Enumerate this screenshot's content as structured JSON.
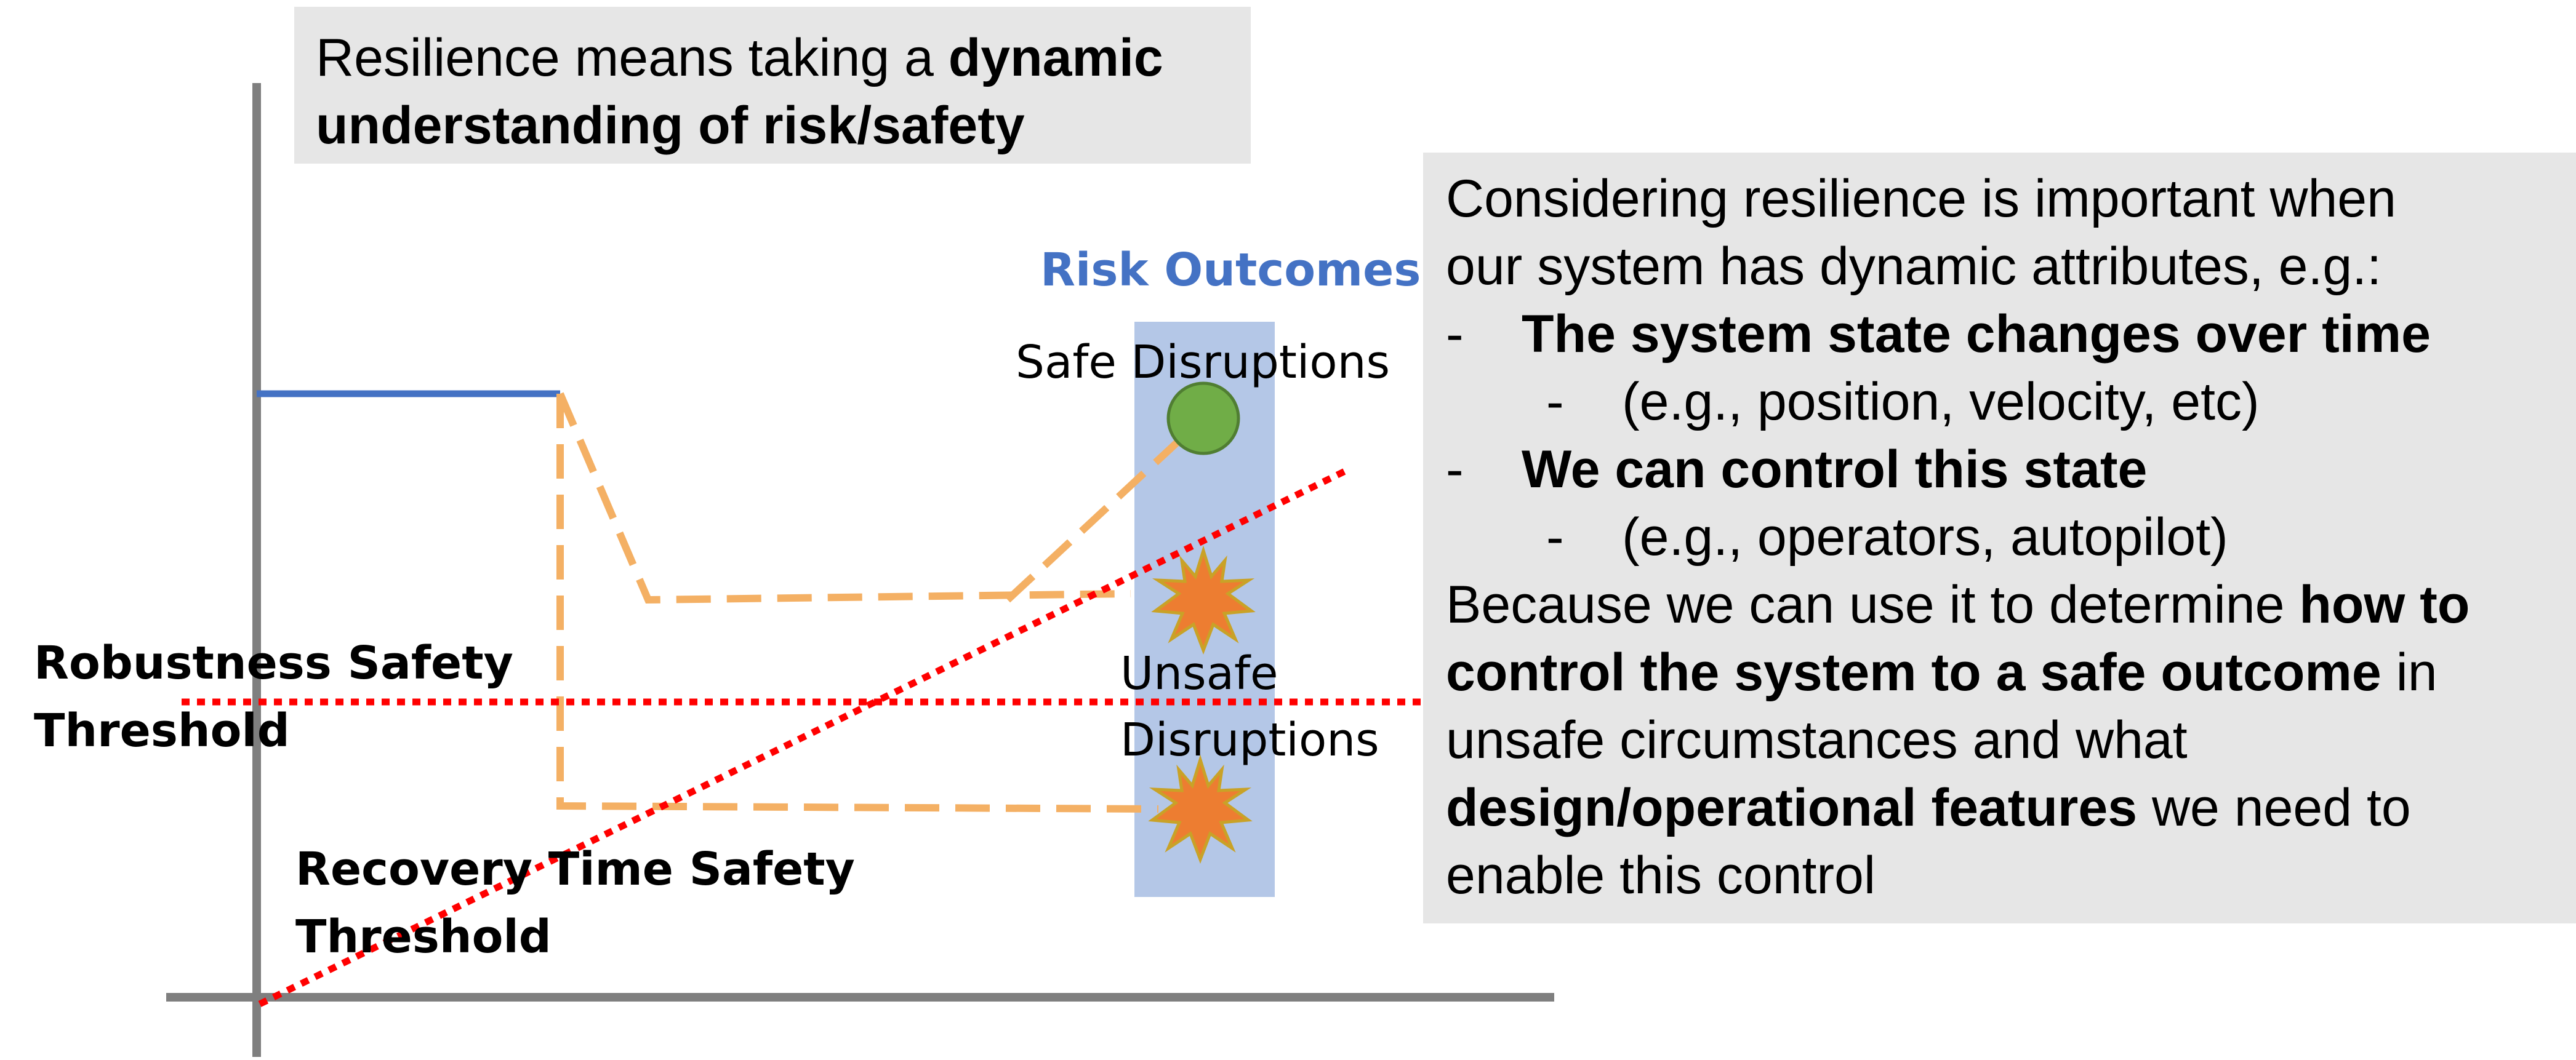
{
  "title_box": {
    "line1_normal": "Resilience means taking  a ",
    "line1_bold": "dynamic",
    "line2_bold": "understanding of risk/safety"
  },
  "info_box": {
    "intro1": "Considering resilience is important when",
    "intro2": "our system has dynamic attributes, e.g.:",
    "bullet_dash": "-",
    "bullet1": "The system state changes over time",
    "sub1": "(e.g., position, velocity, etc)",
    "bullet2": "We can control this state",
    "sub2": "(e.g., operators, autopilot)",
    "p1_normal": "Because we can use it to determine ",
    "p1_bold": "how to",
    "p2_bold": "control the system to a safe outcome",
    "p2_normal": " in",
    "p3": "unsafe circumstances and what",
    "p4_bold": "design/operational features",
    "p4_normal": " we need to",
    "p5": "enable this control"
  },
  "labels": {
    "risk_outcomes": "Risk Outcomes",
    "safe_disruptions": "Safe Disruptions",
    "unsafe_line1": "Unsafe",
    "unsafe_line2": "Disruptions",
    "robustness_line1": "Robustness Safety",
    "robustness_line2": "Threshold",
    "recovery_line1": "Recovery Time Safety",
    "recovery_line2": "Threshold"
  },
  "colors": {
    "axis": "#7f7f7f",
    "baseline": "#4472c4",
    "trajectory": "#f4b064",
    "threshold": "#ff0000",
    "risk_band": "#b4c7e7",
    "safe_marker": "#70ad47",
    "unsafe_marker": "#ed7d31",
    "risk_title": "#4472c4"
  }
}
